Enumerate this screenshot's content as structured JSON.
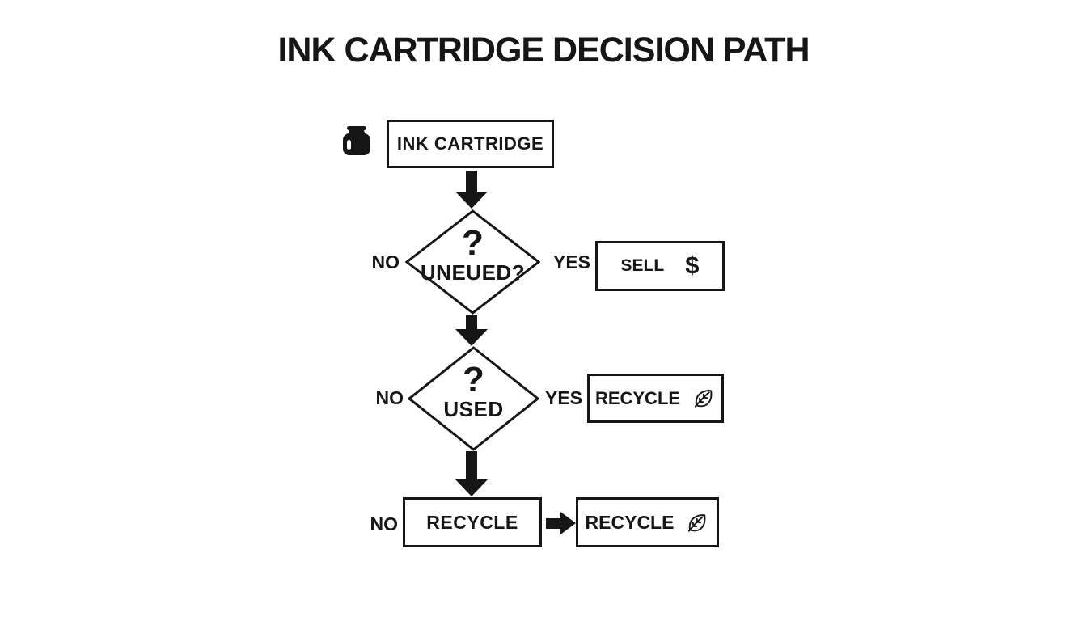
{
  "title": "INK CARTRIDGE DECISION PATH",
  "colors": {
    "ink": "#161616",
    "background": "#ffffff"
  },
  "flowchart": {
    "start": {
      "label": "INK CARTRIDGE",
      "icon": "ink-bottle-icon"
    },
    "decision_unused": {
      "question_mark": "?",
      "label": "UNEUED?",
      "no_label": "NO",
      "yes_label": "YES",
      "yes_box": {
        "label": "SELL",
        "dollar_sign": "$",
        "icon": "dollar-icon"
      }
    },
    "decision_used": {
      "question_mark": "?",
      "label": "USED",
      "no_label": "NO",
      "yes_label": "YES",
      "yes_box": {
        "label": "RECYCLE",
        "icon": "leaf-icon"
      }
    },
    "final_row": {
      "no_label": "NO",
      "box_label": "RECYCLE",
      "result_box": {
        "label": "RECYCLE",
        "icon": "leaf-icon"
      }
    }
  }
}
